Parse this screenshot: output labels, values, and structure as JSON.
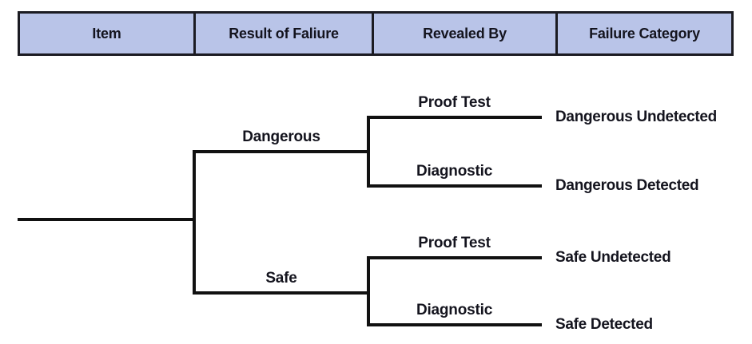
{
  "colors": {
    "background": "#ffffff",
    "header_fill": "#b9c4e8",
    "table_border": "#1b1b22",
    "line": "#111111",
    "text": "#14141e"
  },
  "table": {
    "headers": [
      "Item",
      "Result of Faliure",
      "Revealed By",
      "Failure Category"
    ]
  },
  "tree": {
    "branch_dangerous": {
      "label": "Dangerous",
      "proof_test": {
        "label": "Proof Test",
        "category": "Dangerous Undetected"
      },
      "diagnostic": {
        "label": "Diagnostic",
        "category": "Dangerous Detected"
      }
    },
    "branch_safe": {
      "label": "Safe",
      "proof_test": {
        "label": "Proof Test",
        "category": "Safe Undetected"
      },
      "diagnostic": {
        "label": "Diagnostic",
        "category": "Safe Detected"
      }
    }
  }
}
